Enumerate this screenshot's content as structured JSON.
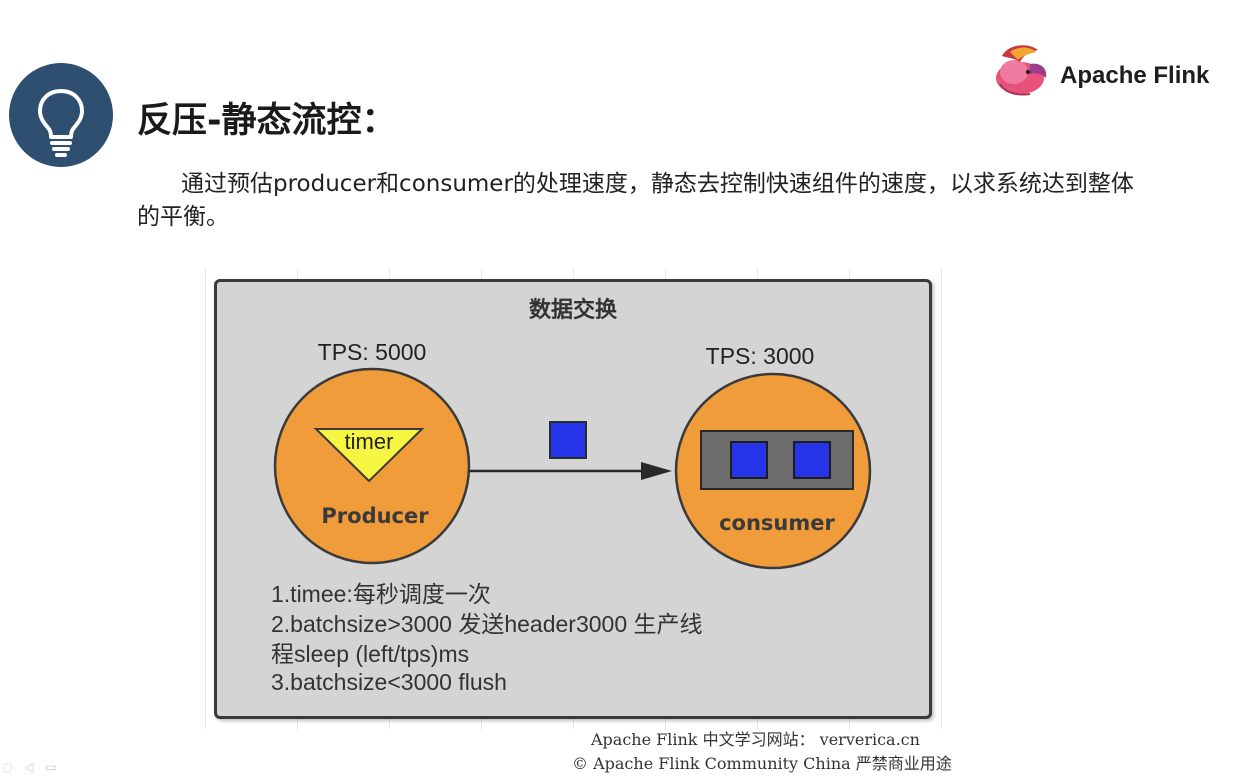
{
  "slide": {
    "title": "反压-静态流控：",
    "description": "通过预估producer和consumer的处理速度，静态去控制快速组件的速度，以求系统达到整体的平衡。",
    "logo_text": "Apache Flink"
  },
  "diagram": {
    "heading": "数据交换",
    "producer": {
      "tps_label": "TPS: 5000",
      "timer_label": "timer",
      "name": "Producer"
    },
    "consumer": {
      "tps_label": "TPS: 3000",
      "name": "consumer"
    },
    "notes": [
      "1.timee:每秒调度一次",
      "2.batchsize>3000 发送header3000 生产线",
      "程sleep (left/tps)ms",
      "3.batchsize<3000 flush"
    ]
  },
  "footer": {
    "line1": "Apache Flink 中文学习网站： ververica.cn",
    "line2": "© Apache Flink Community China  严禁商业用途"
  },
  "colors": {
    "bulb_circle": "#2e4f70",
    "orange": "#f19c3b",
    "timer_yellow": "#f5f542",
    "packet_blue": "#2534e8",
    "box_gray": "#d4d4d4",
    "buffer_gray": "#6c6c6c"
  },
  "icons": {
    "bulb": "lightbulb-icon",
    "logo": "flink-squirrel-logo",
    "corner": "presentation-controls-icon"
  }
}
